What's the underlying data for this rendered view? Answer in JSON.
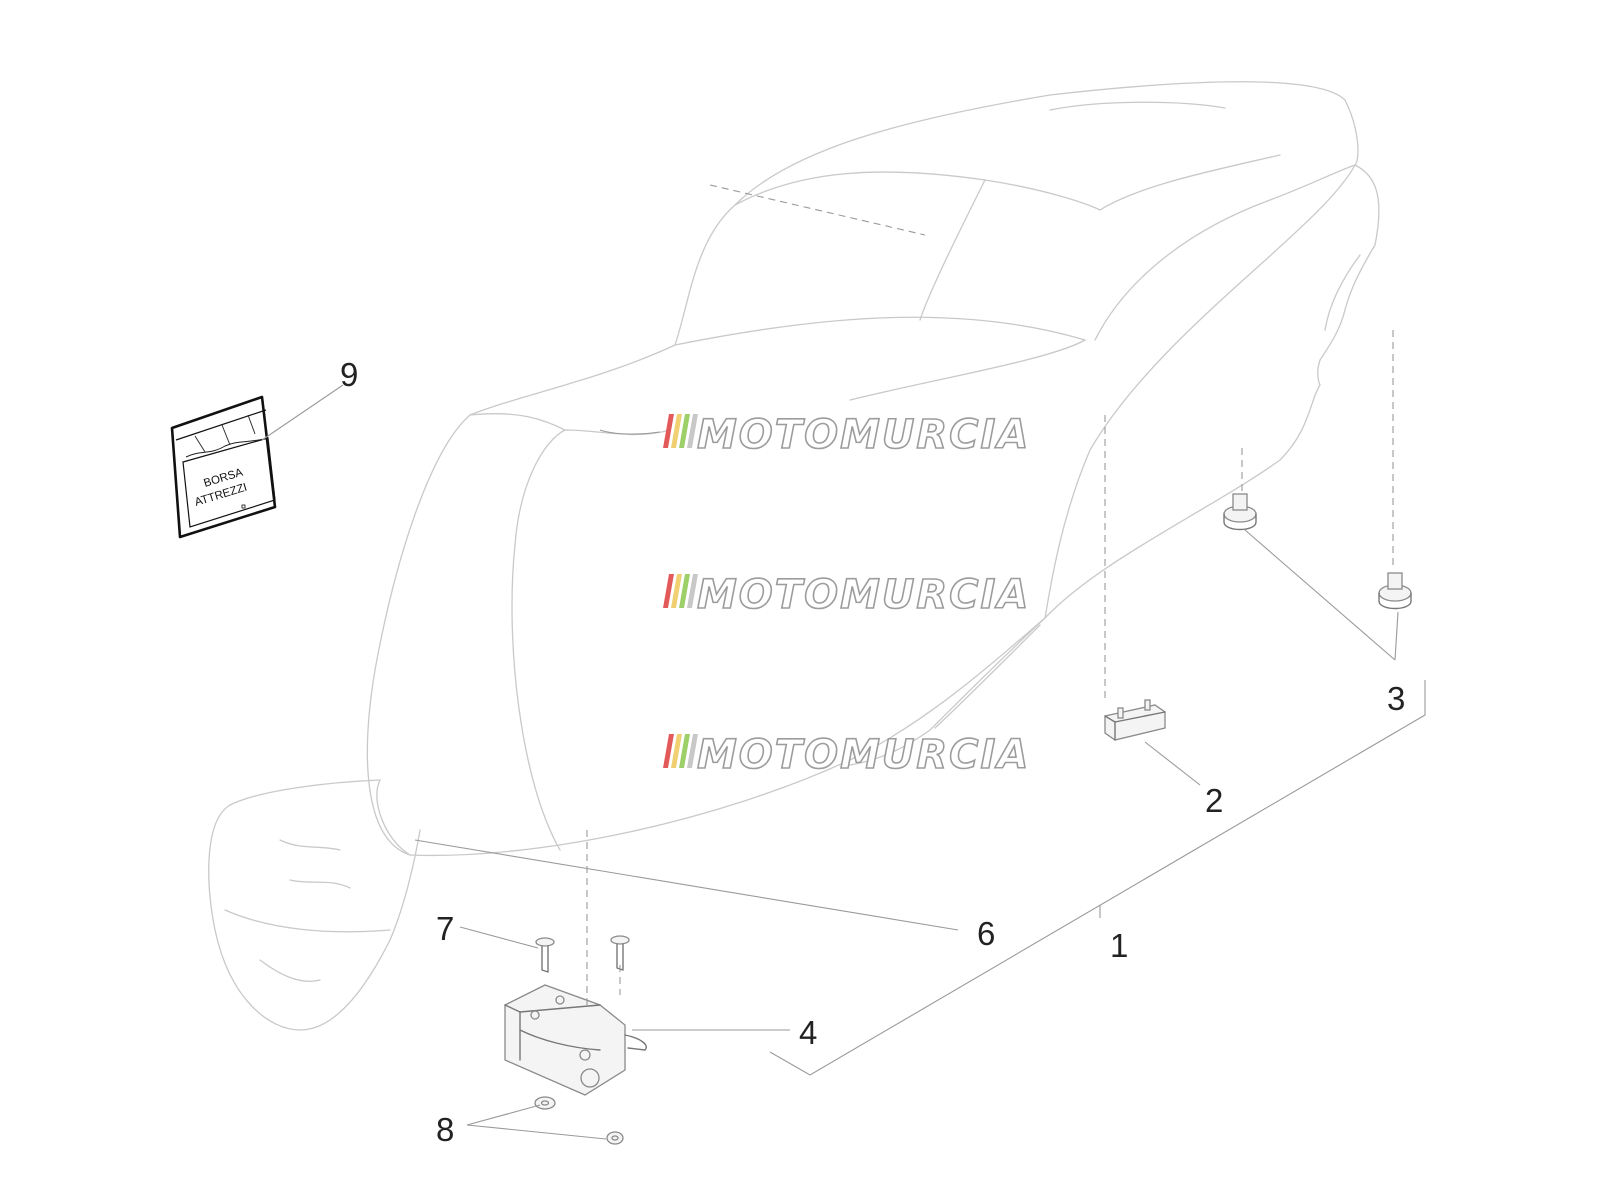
{
  "callouts": [
    {
      "id": "c1",
      "label": "1",
      "part": "seat-assembly"
    },
    {
      "id": "c2",
      "label": "2",
      "part": "seat-bumper"
    },
    {
      "id": "c3",
      "label": "3",
      "part": "rubber-buffers"
    },
    {
      "id": "c4",
      "label": "4",
      "part": "seat-hinge"
    },
    {
      "id": "c6",
      "label": "6",
      "part": "seat-underpan"
    },
    {
      "id": "c7",
      "label": "7",
      "part": "screws"
    },
    {
      "id": "c8",
      "label": "8",
      "part": "washers"
    },
    {
      "id": "c9",
      "label": "9",
      "part": "tool-bag"
    }
  ],
  "tool_bag": {
    "line1": "BORSA",
    "line2": "ATTREZZI"
  },
  "watermark": {
    "text": "MOTOMURCIA",
    "colors": [
      "#e35a5a",
      "#f0d070",
      "#9ed06a",
      "#c8c8c8"
    ]
  }
}
